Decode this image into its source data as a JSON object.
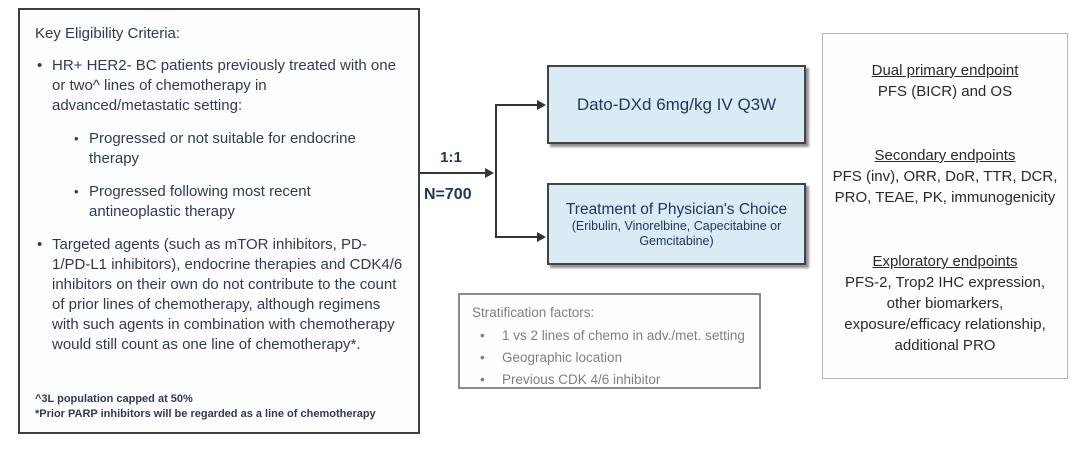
{
  "eligibility": {
    "title": "Key Eligibility Criteria:",
    "bullet1": "HR+ HER2- BC patients previously treated with one or two^ lines of chemotherapy in advanced/metastatic setting:",
    "sub_bullets": [
      "Progressed or not suitable for endocrine therapy",
      "Progressed following most recent antineoplastic therapy"
    ],
    "bullet2": "Targeted agents (such as mTOR inhibitors, PD-1/PD-L1 inhibitors), endocrine therapies and CDK4/6 inhibitors on their own do not contribute to the count of prior lines of chemotherapy, although regimens with such agents in combination with chemotherapy would still count as one line of chemotherapy*.",
    "footnotes": [
      "^3L population capped at 50%",
      "*Prior PARP inhibitors will be regarded as a line of chemotherapy"
    ]
  },
  "randomization": {
    "ratio": "1:1",
    "n": "N=700"
  },
  "arms": {
    "arm1": {
      "label": "Dato-DXd 6mg/kg IV Q3W"
    },
    "arm2": {
      "label": "Treatment of Physician's Choice",
      "sublabel": "(Eribulin, Vinorelbine, Capecitabine or Gemcitabine)"
    }
  },
  "stratification": {
    "title": "Stratification factors:",
    "items": [
      "1 vs 2 lines of chemo in adv./met. setting",
      "Geographic location",
      "Previous CDK 4/6 inhibitor"
    ]
  },
  "endpoints": {
    "groups": [
      {
        "heading": "Dual primary endpoint",
        "body": "PFS (BICR) and OS"
      },
      {
        "heading": "Secondary endpoints",
        "body": "PFS (inv), ORR, DoR, TTR, DCR, PRO, TEAE, PK, immunogenicity"
      },
      {
        "heading": "Exploratory endpoints",
        "body": "PFS-2, Trop2 IHC expression, other biomarkers, exposure/efficacy relationship, additional PRO"
      }
    ]
  },
  "colors": {
    "arm_box_fill": "#d9ecf6",
    "arm_box_border": "#434343",
    "dark_blue_text": "#21365c",
    "eligibility_text": "#2f3b55",
    "stratification_text": "#7f7f7f",
    "endpoints_text": "#28282e",
    "connector": "#343434"
  }
}
